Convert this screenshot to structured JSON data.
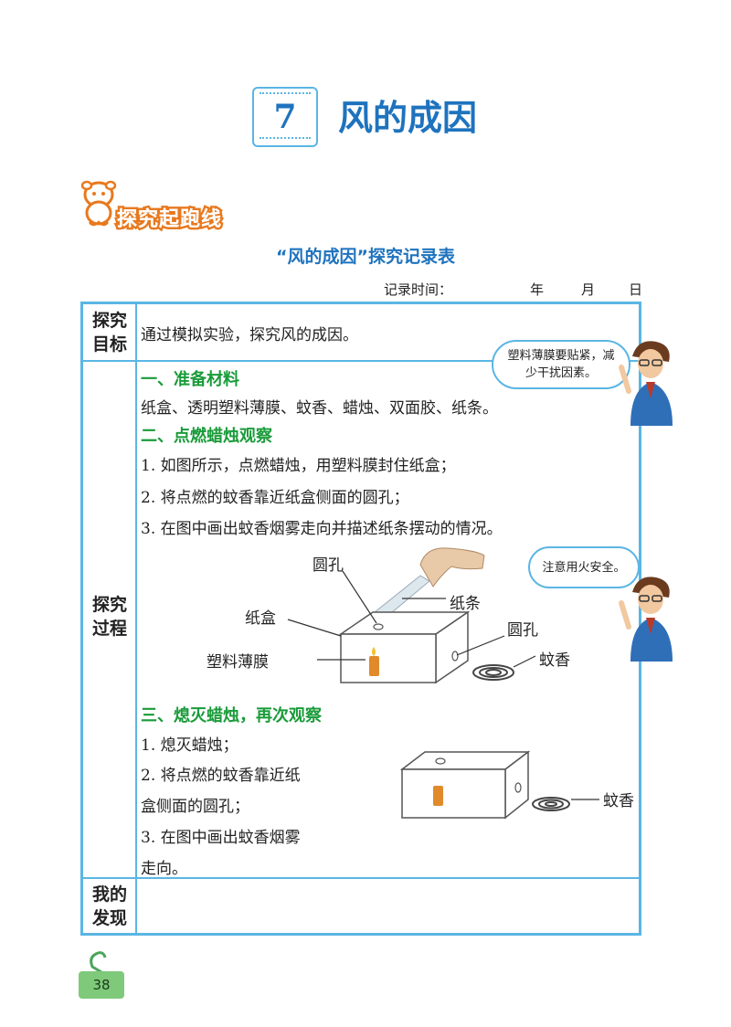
{
  "chapter": {
    "number": "7",
    "title": "风的成因"
  },
  "section_badge": "探究起跑线",
  "table_title": "“风的成因”探究记录表",
  "record_time": {
    "label": "记录时间：",
    "year": "年",
    "month": "月",
    "day": "日"
  },
  "rows": {
    "goal_head": [
      "探究",
      "目标"
    ],
    "goal_text": "通过模拟实验，探究风的成因。",
    "process_head": [
      "探究",
      "过程"
    ],
    "discovery_head": [
      "我的",
      "发现"
    ]
  },
  "process": {
    "step1_title": "一、准备材料",
    "step1_text": "纸盒、透明塑料薄膜、蚊香、蜡烛、双面胶、纸条。",
    "step2_title": "二、点燃蜡烛观察",
    "step2_items": [
      "1.  如图所示，点燃蜡烛，用塑料膜封住纸盒；",
      "2.  将点燃的蚊香靠近纸盒侧面的圆孔；",
      "3.  在图中画出蚊香烟雾走向并描述纸条摆动的情况。"
    ],
    "step3_title": "三、熄灭蜡烛，再次观察",
    "step3_items": [
      "1.  熄灭蜡烛；",
      "2.  将点燃的蚊香靠近纸",
      "盒侧面的圆孔；",
      "3.  在图中画出蚊香烟雾",
      "走向。"
    ]
  },
  "diagram1_labels": {
    "hole_top": "圆孔",
    "paper_strip": "纸条",
    "box": "纸盒",
    "hole_side": "圆孔",
    "film": "塑料薄膜",
    "incense": "蚊香"
  },
  "diagram2_labels": {
    "incense": "蚊香"
  },
  "bubbles": {
    "tip1": "塑料薄膜要贴紧，减少干扰因素。",
    "tip2": "注意用火安全。"
  },
  "page_number": "38",
  "colors": {
    "accent_blue": "#5ab6e4",
    "title_blue": "#1e73be",
    "green": "#1a9b3a",
    "orange": "#e8791e"
  }
}
